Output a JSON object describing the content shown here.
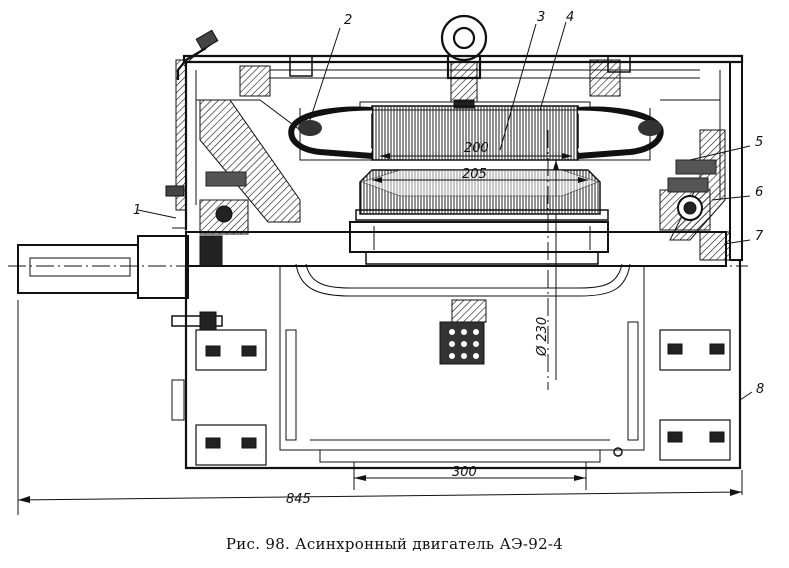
{
  "caption": "Рис. 98. Асинхронный двигатель АЭ-92-4",
  "callouts": [
    "1",
    "2",
    "3",
    "4",
    "5",
    "6",
    "7",
    "8"
  ],
  "dimensions": {
    "overall_length": "845",
    "base_span": "300",
    "rotor_length": "205",
    "stator_length": "200",
    "stator_diameter": "Ø 230"
  }
}
